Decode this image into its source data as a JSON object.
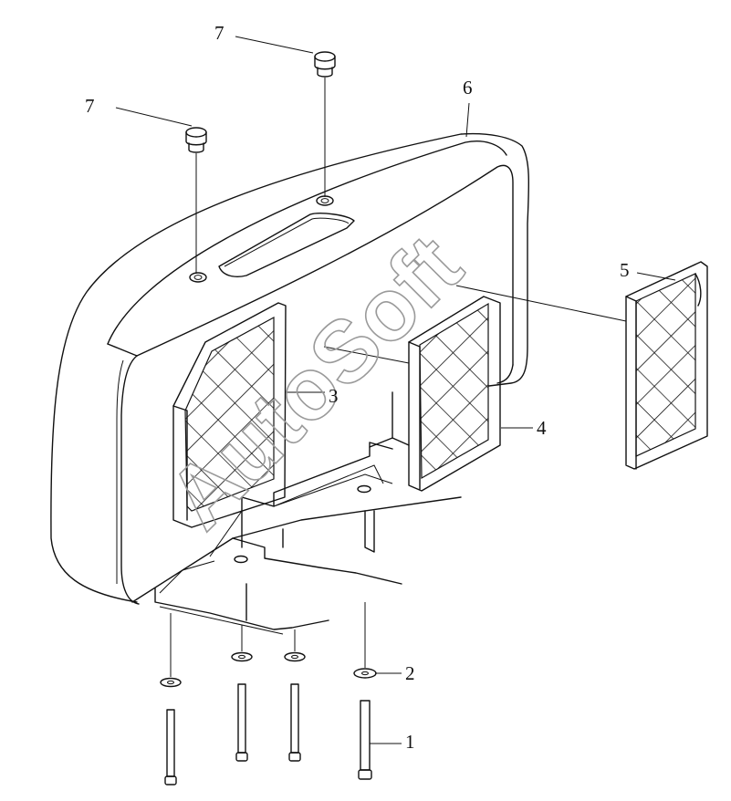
{
  "diagram": {
    "callouts": [
      "1",
      "2",
      "3",
      "4",
      "5",
      "6",
      "7",
      "7"
    ],
    "watermark": "AutoSoft"
  }
}
